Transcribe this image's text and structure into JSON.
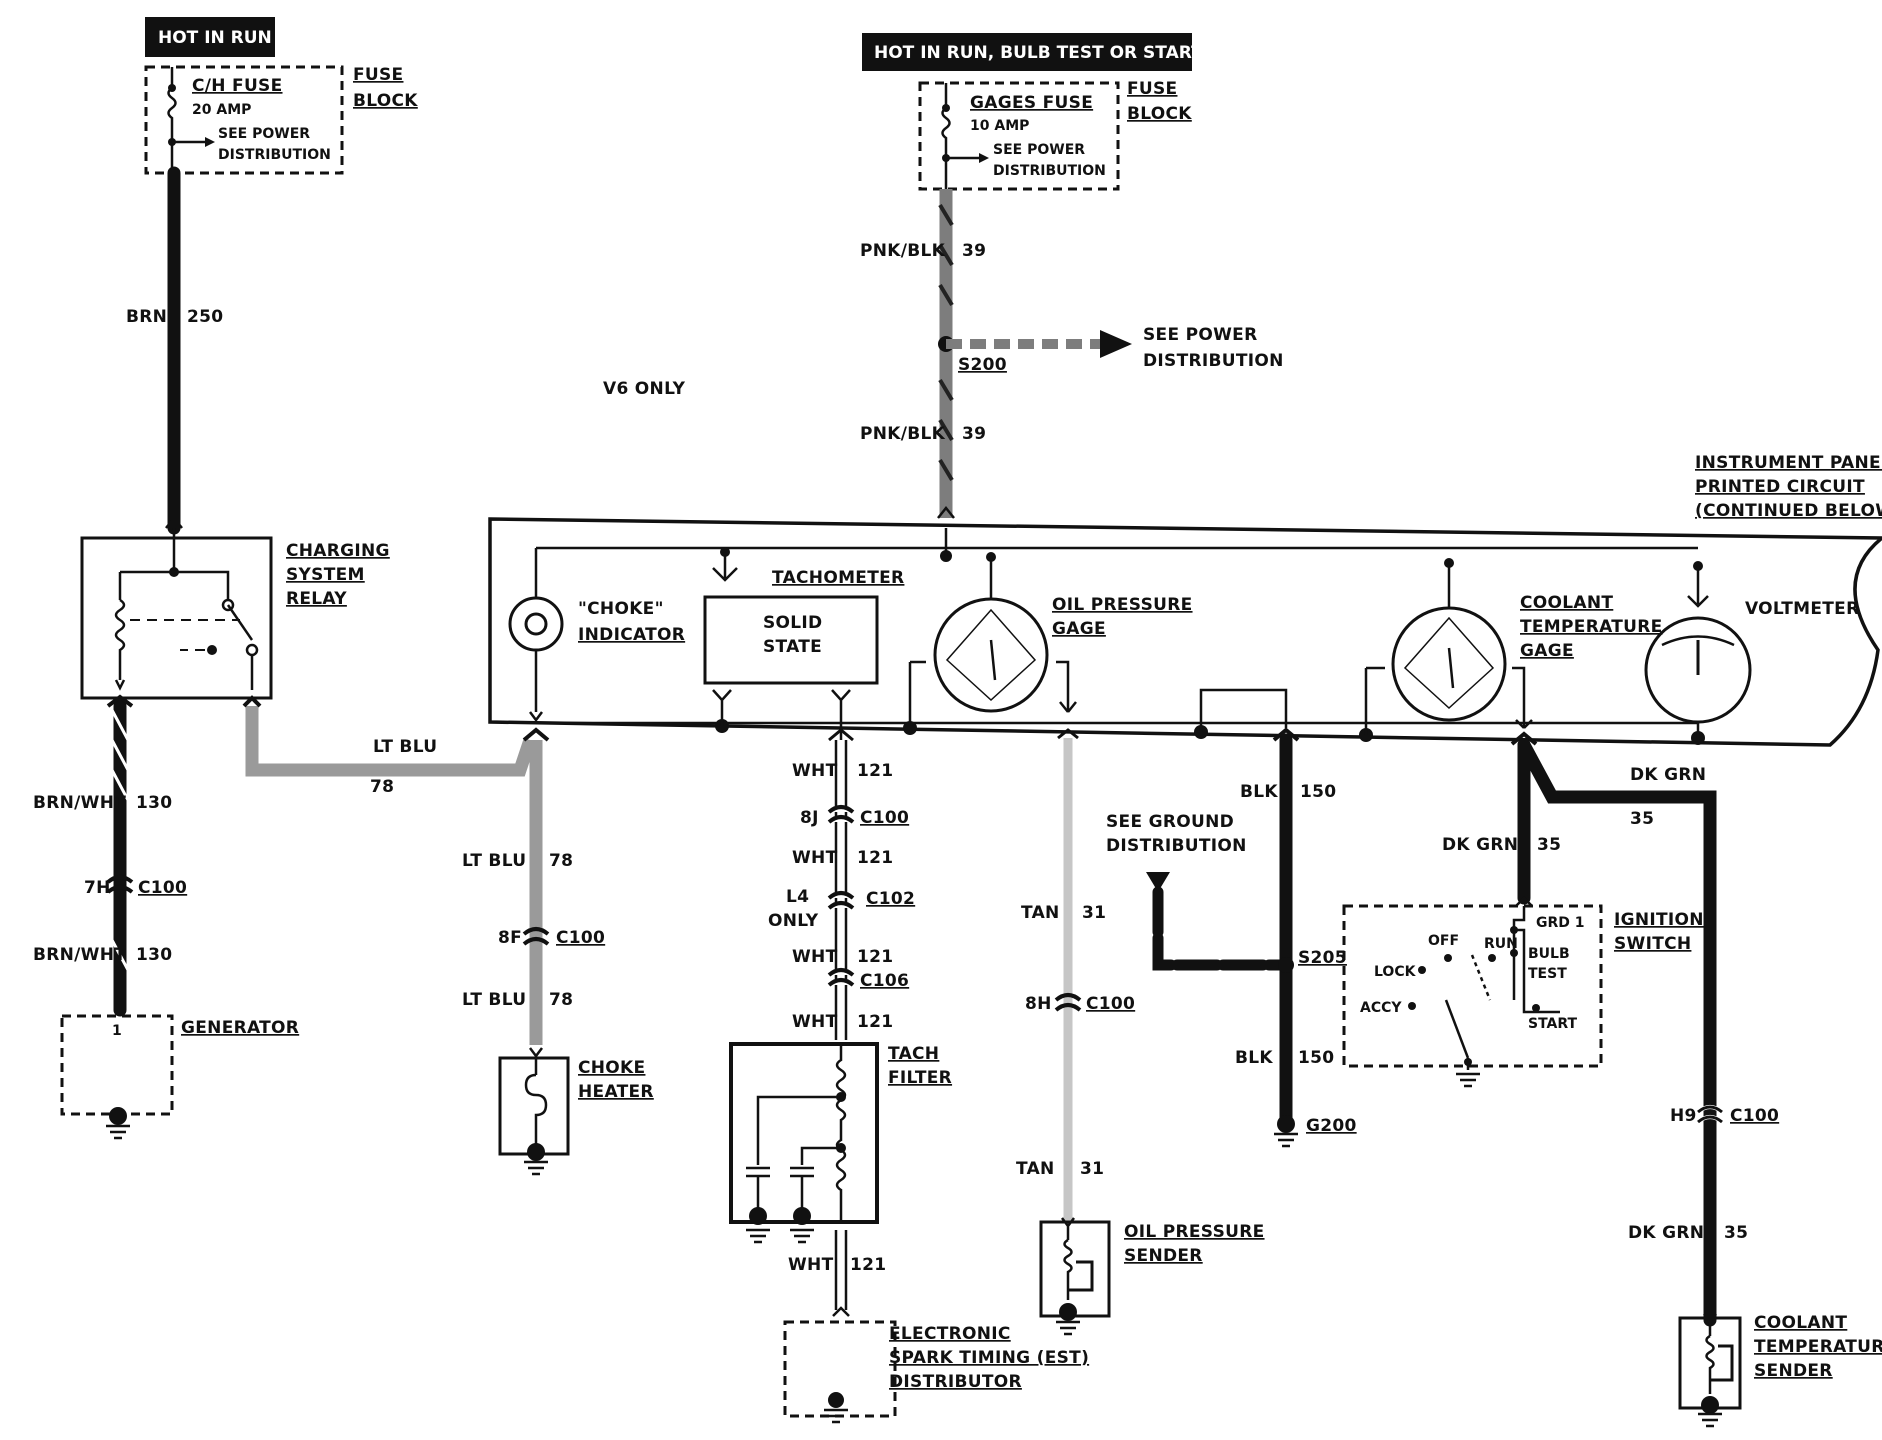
{
  "headers": {
    "left": "HOT IN RUN",
    "center": "HOT IN RUN,  BULB TEST OR START"
  },
  "fuses": {
    "ch_fuse": {
      "name": "C/H FUSE",
      "rating": "20 AMP",
      "see1": "SEE POWER",
      "see2": "DISTRIBUTION",
      "block1": "FUSE",
      "block2": "BLOCK"
    },
    "gages_fuse": {
      "name": "GAGES FUSE",
      "rating": "10 AMP",
      "see1": "SEE POWER",
      "see2": "DISTRIBUTION",
      "block1": "FUSE",
      "block2": "BLOCK"
    }
  },
  "wires": {
    "brn": "BRN",
    "brn_num": "250",
    "pnk1": "PNK/BLK",
    "pnk1_num": "39",
    "pnk2": "PNK/BLK",
    "pnk2_num": "39",
    "s200": "S200",
    "see_power1": "SEE POWER",
    "see_power2": "DISTRIBUTION",
    "v6": "V6 ONLY",
    "ltblu": "LT BLU",
    "ltblu_num": "78",
    "ltblu2": "LT BLU",
    "ltblu2_num": "78",
    "ltblu3": "LT BLU",
    "ltblu3_num": "78",
    "c100_8f_pin": "8F",
    "c100_8f": "C100",
    "brnwht1": "BRN/WHT",
    "brnwht1_num": "130",
    "c100_7h_pin": "7H",
    "c100_7h": "C100",
    "brnwht2": "BRN/WHT",
    "brnwht2_num": "130",
    "wht1": "WHT",
    "wht1_num": "121",
    "c100_8j_pin": "8J",
    "c100_8j": "C100",
    "wht2": "WHT",
    "wht2_num": "121",
    "l4a": "L4",
    "l4b": "ONLY",
    "c102": "C102",
    "wht3": "WHT",
    "wht3_num": "121",
    "c106": "C106",
    "wht4": "WHT",
    "wht4_num": "121",
    "wht5": "WHT",
    "wht5_num": "121",
    "tan1": "TAN",
    "tan1_num": "31",
    "c100_8h_pin": "8H",
    "c100_8h": "C100",
    "tan2": "TAN",
    "tan2_num": "31",
    "see_ground1": "SEE GROUND",
    "see_ground2": "DISTRIBUTION",
    "blk1": "BLK",
    "blk1_num": "150",
    "s205": "S205",
    "blk2": "BLK",
    "blk2_num": "150",
    "g200": "G200",
    "dkgrn1": "DK GRN",
    "dkgrn1_num": "35",
    "dkgrn2": "DK GRN",
    "dkgrn2_num": "35",
    "c100_h9_pin": "H9",
    "c100_h9": "C100",
    "dkgrn3": "DK GRN",
    "dkgrn3_num": "35"
  },
  "components": {
    "relay1": "CHARGING",
    "relay2": "SYSTEM",
    "relay3": "RELAY",
    "generator": "GENERATOR",
    "gen_pin": "1",
    "ip1": "INSTRUMENT PANEL",
    "ip2": "PRINTED CIRCUIT",
    "ip3": "(CONTINUED BELOW)",
    "choke1": "\"CHOKE\"",
    "choke2": "INDICATOR",
    "tach": "TACHOMETER",
    "solid1": "SOLID",
    "solid2": "STATE",
    "oil1": "OIL PRESSURE",
    "oil2": "GAGE",
    "cool1": "COOLANT",
    "cool2": "TEMPERATURE",
    "cool3": "GAGE",
    "volt": "VOLTMETER",
    "choke_heater1": "CHOKE",
    "choke_heater2": "HEATER",
    "tach_filter1": "TACH",
    "tach_filter2": "FILTER",
    "est1": "ELECTRONIC",
    "est2": "SPARK TIMING (EST)",
    "est3": "DISTRIBUTOR",
    "oil_sender1": "OIL PRESSURE",
    "oil_sender2": "SENDER",
    "ign1": "IGNITION",
    "ign2": "SWITCH",
    "ign_off": "OFF",
    "ign_run": "RUN",
    "ign_lock": "LOCK",
    "ign_accy": "ACCY",
    "ign_grd": "GRD 1",
    "ign_bulb": "BULB",
    "ign_test": "TEST",
    "ign_start": "START",
    "cool_sender1": "COOLANT",
    "cool_sender2": "TEMPERATURE",
    "cool_sender3": "SENDER"
  }
}
